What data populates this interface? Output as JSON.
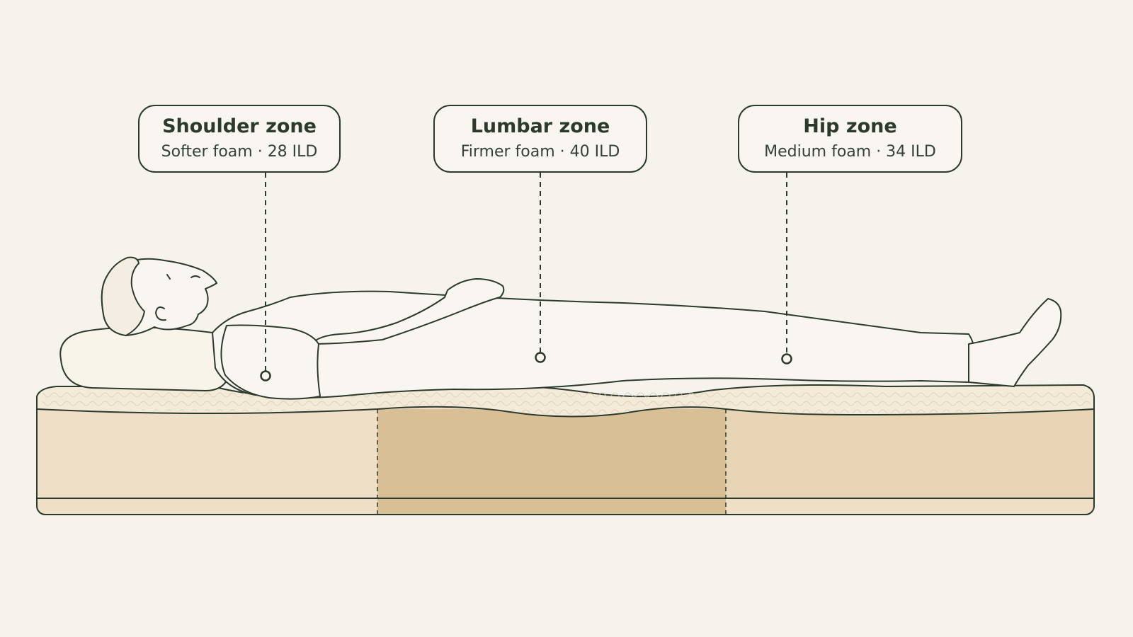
{
  "callouts": [
    {
      "title": "Shoulder zone",
      "subtitle": "Softer foam · 28 ILD"
    },
    {
      "title": "Lumbar zone",
      "subtitle": "Firmer foam · 40 ILD"
    },
    {
      "title": "Hip zone",
      "subtitle": "Medium foam · 34 ILD"
    }
  ],
  "colors": {
    "background": "#f6f2ec",
    "ink": "#2c3a2e",
    "shoulder_foam": "#eedfc6",
    "lumbar_foam": "#d9bf95",
    "hip_foam": "#e8d5b5",
    "quilted_top": "#f4ead8"
  }
}
